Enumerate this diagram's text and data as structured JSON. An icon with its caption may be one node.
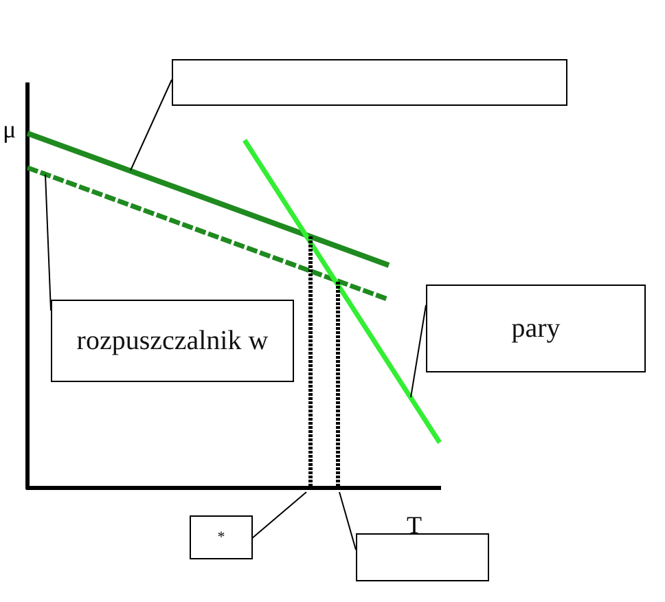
{
  "diagram": {
    "nodes": [
      {
        "text": [],
        "shape": "box"
      },
      {
        "text": [
          "rozpuszczalnik w"
        ]
      },
      {
        "text": [
          "pary"
        ]
      },
      {
        "text": [
          "*"
        ]
      },
      {
        "text": [],
        "shape": "box"
      },
      {
        "text": [],
        "shape": "line"
      },
      {
        "text": [],
        "shape": "line"
      },
      {
        "text": [],
        "shape": "line"
      },
      {
        "text": [],
        "shape": "line"
      },
      {
        "text": [],
        "shape": "line"
      }
    ],
    "edges": [
      {
        "from": 0,
        "to": 5,
        "arrow": "none"
      },
      {
        "from": 1,
        "to": 6,
        "arrow": "none"
      },
      {
        "from": 2,
        "to": 7,
        "arrow": "none"
      },
      {
        "from": 3,
        "to": 8,
        "arrow": "none"
      },
      {
        "from": 4,
        "to": 9,
        "arrow": "none"
      }
    ],
    "labels": [
      "μ",
      "T"
    ]
  }
}
